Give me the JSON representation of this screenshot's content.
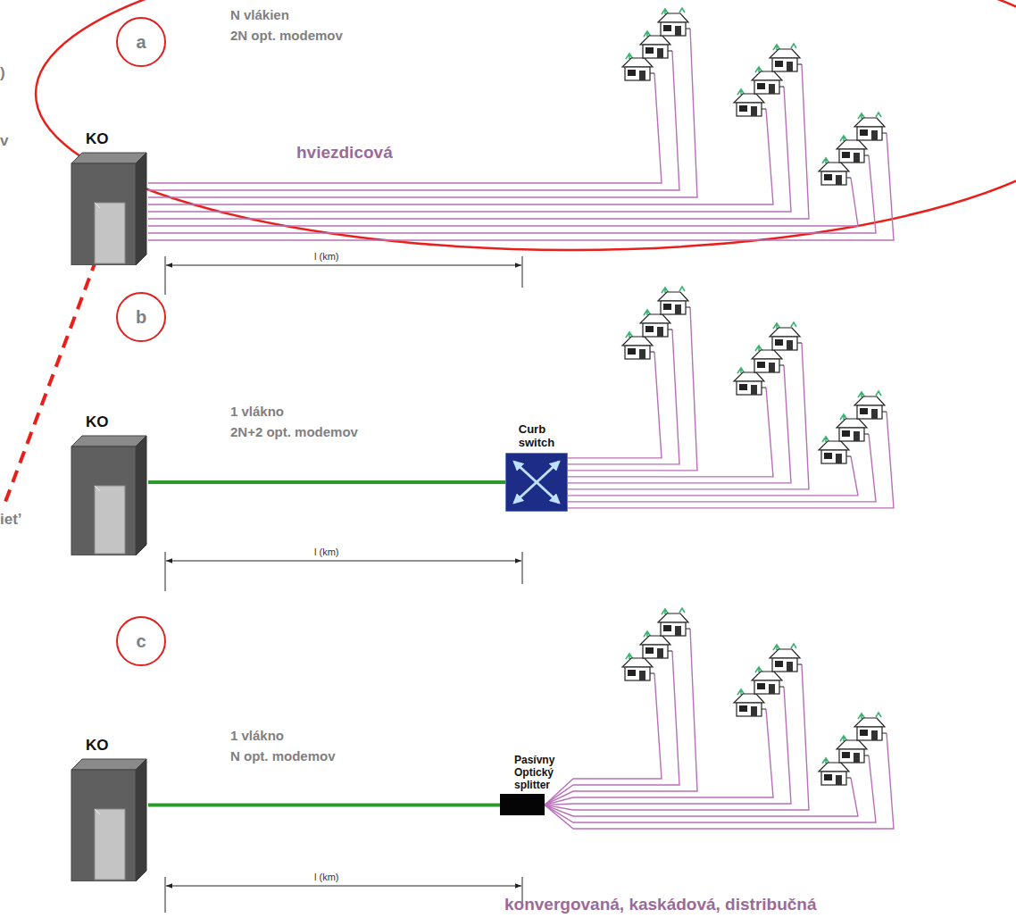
{
  "diagram": {
    "nodes": [
      {
        "text": [
          "a"
        ]
      },
      {
        "text": [
          "KO"
        ]
      },
      {
        "text": [
          "b"
        ]
      },
      {
        "text": [
          "KO"
        ]
      },
      {
        "text": [
          "Curb switch"
        ]
      },
      {
        "text": [
          "c"
        ]
      },
      {
        "text": [
          "KO"
        ]
      },
      {
        "text": [
          "Pasívny Optický splitter"
        ]
      }
    ],
    "edges": [
      {
        "from": 3,
        "to": 4,
        "arrow": "none"
      },
      {
        "from": 6,
        "to": 7,
        "arrow": "none"
      }
    ],
    "labels": [
      ")",
      "v",
      "iet’",
      "N vlákien",
      "2N opt. modemov",
      "hviezdicová",
      "l (km)",
      "1 vlákno",
      "2N+2 opt. modemov",
      "l (km)",
      "1 vlákno",
      "N opt. modemov",
      "l (km)",
      "konvergovaná, kaskádová, distribučná"
    ]
  }
}
